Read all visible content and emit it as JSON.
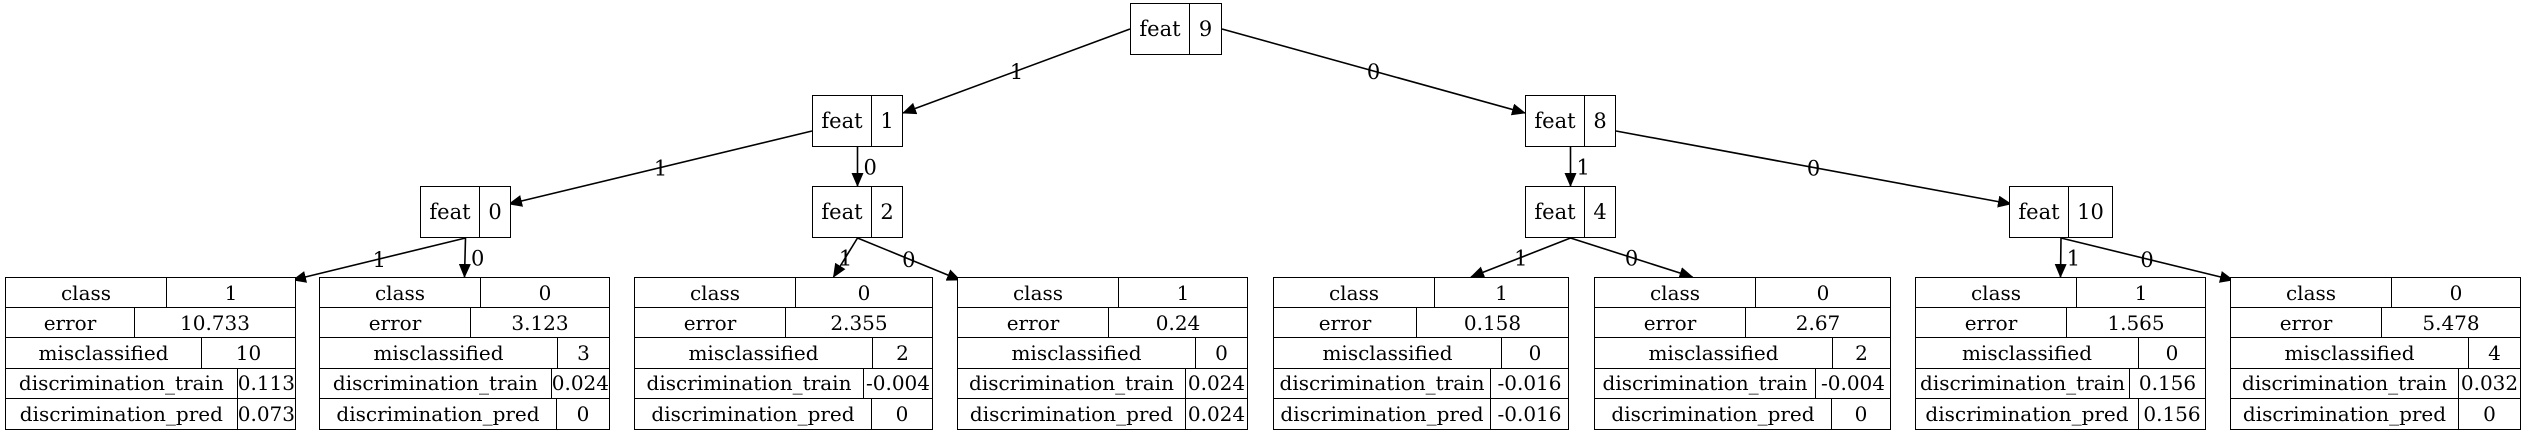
{
  "nodes": {
    "n9": {
      "key": "feat",
      "value": "9"
    },
    "n1": {
      "key": "feat",
      "value": "1"
    },
    "n8": {
      "key": "feat",
      "value": "8"
    },
    "n0": {
      "key": "feat",
      "value": "0"
    },
    "n2": {
      "key": "feat",
      "value": "2"
    },
    "n4": {
      "key": "feat",
      "value": "4"
    },
    "n10": {
      "key": "feat",
      "value": "10"
    }
  },
  "row_keys": [
    "class",
    "error",
    "misclassified",
    "discrimination_train",
    "discrimination_pred"
  ],
  "leaves": [
    {
      "class": "1",
      "error": "10.733",
      "misclassified": "10",
      "discrimination_train": "0.113",
      "discrimination_pred": "0.073"
    },
    {
      "class": "0",
      "error": "3.123",
      "misclassified": "3",
      "discrimination_train": "0.024",
      "discrimination_pred": "0"
    },
    {
      "class": "0",
      "error": "2.355",
      "misclassified": "2",
      "discrimination_train": "-0.004",
      "discrimination_pred": "0"
    },
    {
      "class": "1",
      "error": "0.24",
      "misclassified": "0",
      "discrimination_train": "0.024",
      "discrimination_pred": "0.024"
    },
    {
      "class": "1",
      "error": "0.158",
      "misclassified": "0",
      "discrimination_train": "-0.016",
      "discrimination_pred": "-0.016"
    },
    {
      "class": "0",
      "error": "2.67",
      "misclassified": "2",
      "discrimination_train": "-0.004",
      "discrimination_pred": "0"
    },
    {
      "class": "1",
      "error": "1.565",
      "misclassified": "0",
      "discrimination_train": "0.156",
      "discrimination_pred": "0.156"
    },
    {
      "class": "0",
      "error": "5.478",
      "misclassified": "4",
      "discrimination_train": "0.032",
      "discrimination_pred": "0"
    }
  ],
  "edges": [
    {
      "from": "n9",
      "to": "n1",
      "label": "1"
    },
    {
      "from": "n9",
      "to": "n8",
      "label": "0"
    },
    {
      "from": "n1",
      "to": "n0",
      "label": "1"
    },
    {
      "from": "n1",
      "to": "n2",
      "label": "0"
    },
    {
      "from": "n8",
      "to": "n4",
      "label": "1"
    },
    {
      "from": "n8",
      "to": "n10",
      "label": "0"
    },
    {
      "from": "n0",
      "to": "leaf0",
      "label": "1"
    },
    {
      "from": "n0",
      "to": "leaf1",
      "label": "0"
    },
    {
      "from": "n2",
      "to": "leaf2",
      "label": "1"
    },
    {
      "from": "n2",
      "to": "leaf3",
      "label": "0"
    },
    {
      "from": "n4",
      "to": "leaf4",
      "label": "1"
    },
    {
      "from": "n4",
      "to": "leaf5",
      "label": "0"
    },
    {
      "from": "n10",
      "to": "leaf6",
      "label": "1"
    },
    {
      "from": "n10",
      "to": "leaf7",
      "label": "0"
    }
  ]
}
